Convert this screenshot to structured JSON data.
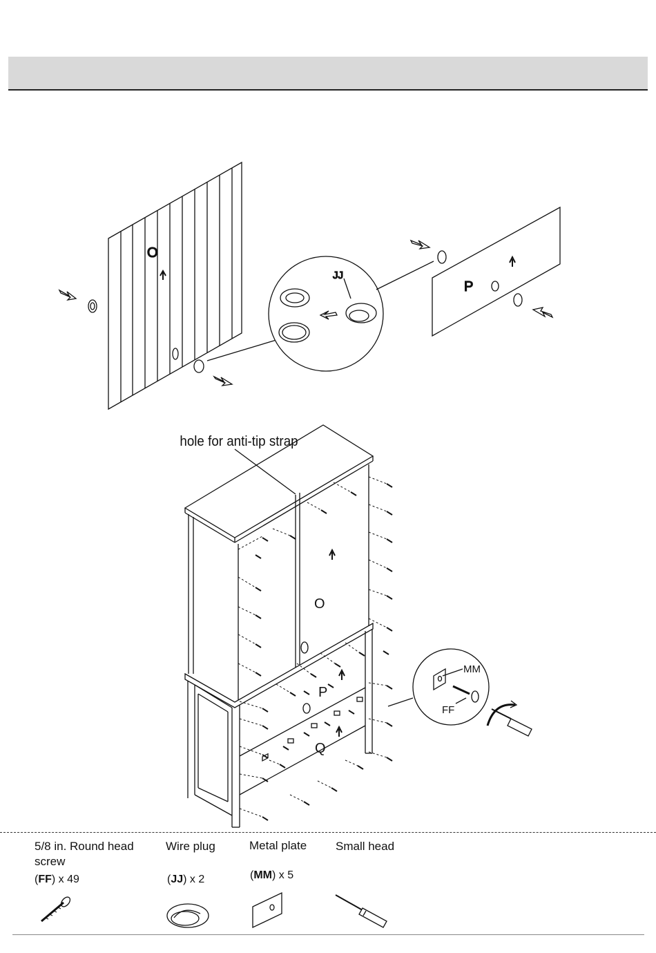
{
  "parts": {
    "back_panel_upper": "O",
    "back_panel_lower": "P",
    "back_panel_bottom": "Q",
    "wire_plug": "JJ",
    "metal_plate": "MM",
    "screw": "FF"
  },
  "callout": {
    "anti_tip": "hole for anti-tip strap"
  },
  "hardware": [
    {
      "name": "5/8 in. Round head screw",
      "code": "FF",
      "qty": "x 49",
      "icon": "screw-icon"
    },
    {
      "name": "Wire plug",
      "code": "JJ",
      "qty": "x 2",
      "icon": "wire-plug-icon"
    },
    {
      "name": "Metal plate",
      "code": "MM",
      "qty": "x 5",
      "icon": "metal-plate-icon"
    },
    {
      "name": "Small head",
      "code": "",
      "qty": "",
      "icon": "screwdriver-icon"
    }
  ]
}
